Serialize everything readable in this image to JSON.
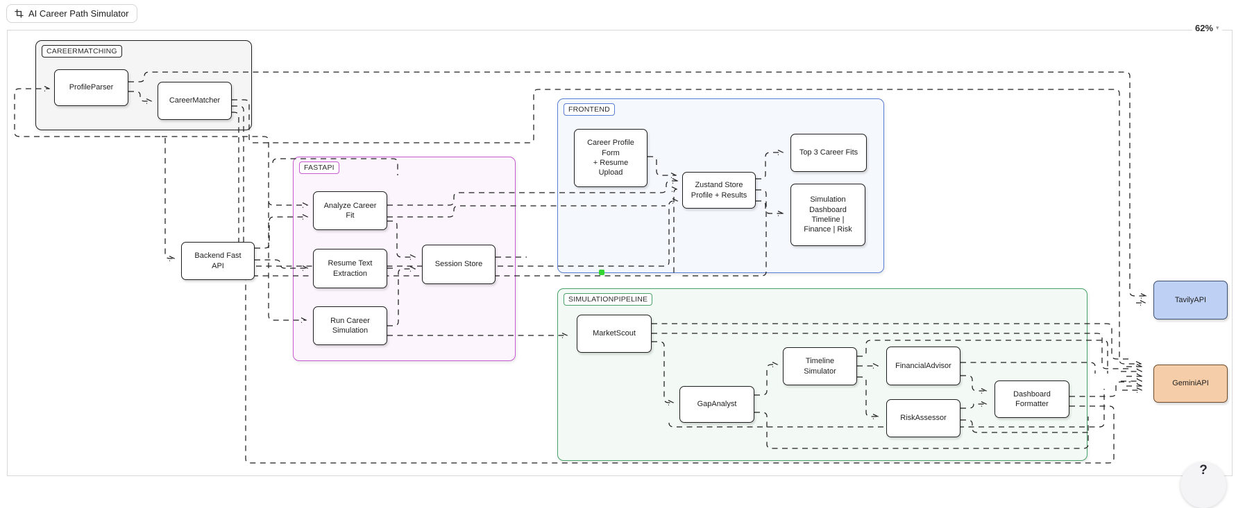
{
  "toolbar": {
    "frame_title": "AI Career Path Simulator",
    "zoom_level": "62%",
    "help_label": "?"
  },
  "diagram": {
    "groups": [
      {
        "label": "CAREERMATCHING",
        "border": "#1e1e1e",
        "fill": "#f5f5f5"
      },
      {
        "label": "FASTAPI",
        "border": "#c85ad2",
        "fill": "#fdf5fd"
      },
      {
        "label": "FRONTEND",
        "border": "#5a7fd6",
        "fill": "#f5f8fd"
      },
      {
        "label": "SIMULATIONPIPELINE",
        "border": "#49a269",
        "fill": "#f3faf5"
      }
    ],
    "nodes": [
      {
        "label": "ProfileParser"
      },
      {
        "label": "CareerMatcher"
      },
      {
        "label": "Backend Fast\nAPI"
      },
      {
        "label": "Analyze Career\nFit"
      },
      {
        "label": "Resume Text\nExtraction"
      },
      {
        "label": "Run Career\nSimulation"
      },
      {
        "label": "Session Store"
      },
      {
        "label": "Career Profile\nForm\n+ Resume\nUpload"
      },
      {
        "label": "Zustand Store\nProfile + Results"
      },
      {
        "label": "Top 3 Career Fits"
      },
      {
        "label": "Simulation\nDashboard\nTimeline |\nFinance | Risk"
      },
      {
        "label": "MarketScout"
      },
      {
        "label": "GapAnalyst"
      },
      {
        "label": "Timeline\nSimulator"
      },
      {
        "label": "FinancialAdvisor"
      },
      {
        "label": "RiskAssessor"
      },
      {
        "label": "Dashboard\nFormatter"
      },
      {
        "label": "TavilyAPI",
        "fill": "#bed0f4",
        "border": "#3d4f6e"
      },
      {
        "label": "GeminiAPI",
        "fill": "#f6cda9",
        "border": "#6b4a2b"
      }
    ],
    "connection_dot_color": "#35d435",
    "edges": [
      "ProfileParser → CareerMatcher",
      "ProfileParser → TavilyAPI",
      "CareerMatcher → GeminiAPI",
      "CareerMatcher → Zustand Store",
      "Backend Fast API → Analyze Career Fit",
      "Backend Fast API → Resume Text Extraction",
      "Backend Fast API → Run Career Simulation",
      "Analyze Career Fit → Session Store",
      "Run Career Simulation → Session Store",
      "Analyze Career Fit → Zustand Store",
      "Career Profile Form → Zustand Store",
      "Zustand Store → Top 3 Career Fits",
      "Zustand Store → Simulation Dashboard",
      "Run Career Simulation → MarketScout",
      "MarketScout → GapAnalyst",
      "MarketScout → TavilyAPI",
      "MarketScout → GeminiAPI",
      "GapAnalyst → Timeline Simulator",
      "Timeline Simulator → FinancialAdvisor",
      "Timeline Simulator → RiskAssessor",
      "FinancialAdvisor → Dashboard Formatter",
      "RiskAssessor → Dashboard Formatter",
      "Dashboard Formatter → GeminiAPI",
      "Agents → GeminiAPI"
    ]
  }
}
